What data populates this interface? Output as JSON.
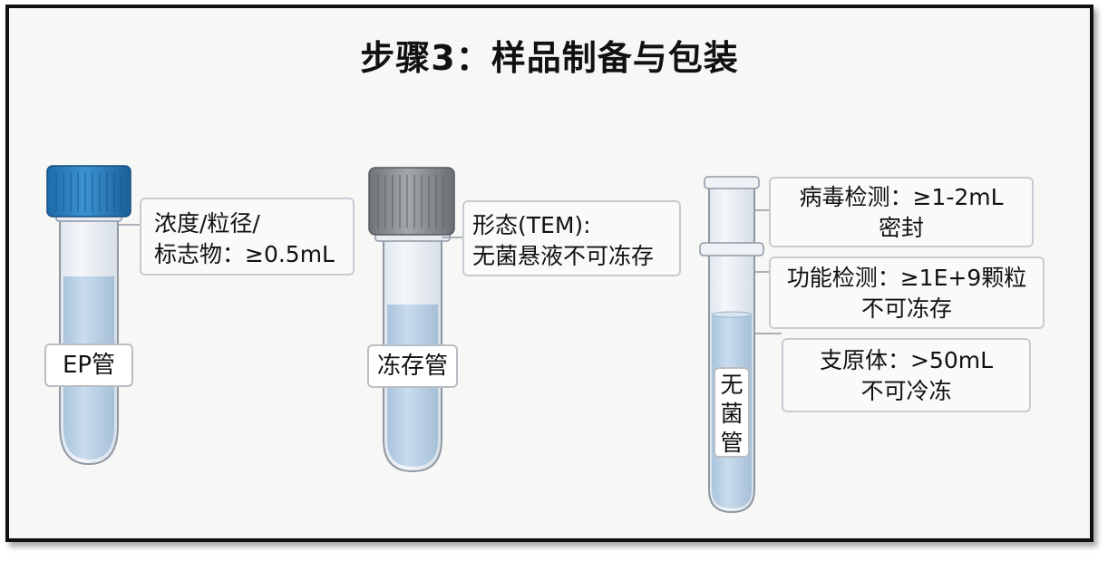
{
  "title": "步骤3：样品制备与包装",
  "tubes": {
    "ep": {
      "label": "EP管",
      "cap_color": "#2c7fc0",
      "callout": {
        "line1": "浓度/粒径/",
        "line2": "标志物：≥0.5mL"
      }
    },
    "cryo": {
      "label": "冻存管",
      "cap_color": "#8e9196",
      "callout": {
        "line1": "形态(TEM):",
        "line2": "无菌悬液不可冻存"
      }
    },
    "sterile": {
      "label_chars": [
        "无",
        "菌",
        "管"
      ],
      "callouts": [
        {
          "line1": "病毒检测：≥1-2mL",
          "line2": "密封"
        },
        {
          "line1": "功能检测：≥1E+9颗粒",
          "line2": "不可冻存"
        },
        {
          "line1": "支原体：>50mL",
          "line2": "不可冷冻"
        }
      ]
    }
  },
  "colors": {
    "liquid": "#bcd3e6",
    "glass_edge": "#8f98a3",
    "frame": "#111111"
  }
}
